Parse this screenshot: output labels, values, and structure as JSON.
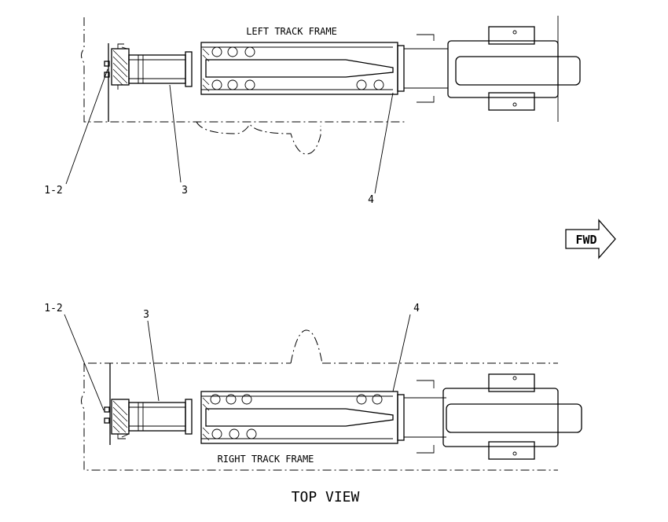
{
  "title": "TOP VIEW",
  "fwd_label": "FWD",
  "left_frame": {
    "caption": "LEFT TRACK FRAME",
    "callouts": [
      {
        "key": "c12",
        "text": "1-2"
      },
      {
        "key": "c3",
        "text": "3"
      },
      {
        "key": "c4",
        "text": "4"
      }
    ]
  },
  "right_frame": {
    "caption": "RIGHT TRACK FRAME",
    "callouts": [
      {
        "key": "c12",
        "text": "1-2"
      },
      {
        "key": "c3",
        "text": "3"
      },
      {
        "key": "c4",
        "text": "4"
      }
    ]
  }
}
